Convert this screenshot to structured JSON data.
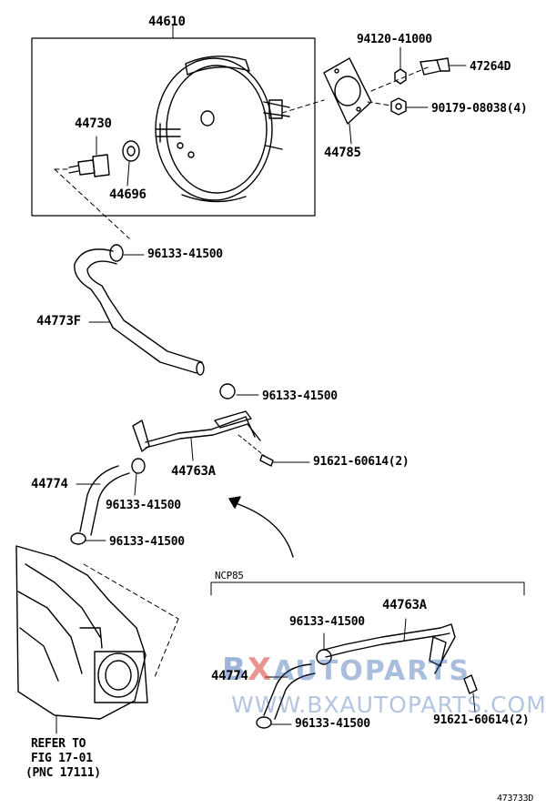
{
  "labels": {
    "booster_assembly": "44610",
    "check_valve": "44730",
    "grommet": "44696",
    "nut": "94120-41000",
    "clevis": "47264D",
    "nut_4": "90179-08038(4)",
    "gasket": "44785",
    "clip_1": "96133-41500",
    "vacuum_hose": "44773F",
    "clip_2": "96133-41500",
    "bolt_1": "91621-60614(2)",
    "pipe_1": "44763A",
    "hose_1": "44774",
    "clip_3": "96133-41500",
    "clip_4": "96133-41500",
    "variant_title": "NCP85",
    "variant_clip_1": "96133-41500",
    "variant_pipe": "44763A",
    "variant_hose": "44774",
    "variant_clip_2": "96133-41500",
    "variant_bolt": "91621-60614(2)",
    "refer_1": "REFER TO",
    "refer_2": "FIG 17-01",
    "refer_3": "(PNC 17111)",
    "figure_id": "473733D"
  },
  "watermark": {
    "brand_b": "B",
    "brand_x": "X",
    "brand_rest": "AUTOPARTS",
    "url": "WWW.BXAUTOPARTS.COM"
  }
}
